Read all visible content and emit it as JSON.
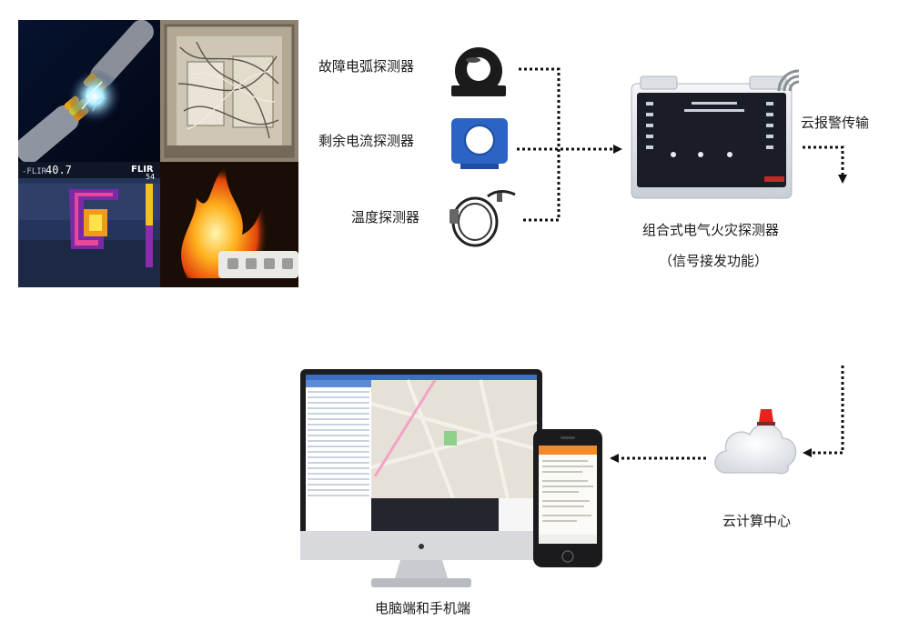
{
  "sensors": {
    "arc": "故障电弧探测器",
    "residual": "剩余电流探测器",
    "temperature": "温度探测器"
  },
  "device": {
    "title": "组合式电气火灾探测器",
    "subtitle": "（信号接发功能）"
  },
  "cloud_alarm": "云报警传输",
  "cloud_center": "云计算中心",
  "terminals": "电脑端和手机端",
  "thermal": {
    "top_value": "40.7",
    "brand": "FLIR",
    "scale_top": "54"
  },
  "colors": {
    "ct_dark": "#1b1b1b",
    "ct_blue": "#2b64c4",
    "device_body": "#e6e9ee",
    "device_panel": "#1a1d26",
    "alarm_red": "#e52420",
    "arrow": "#111111"
  }
}
